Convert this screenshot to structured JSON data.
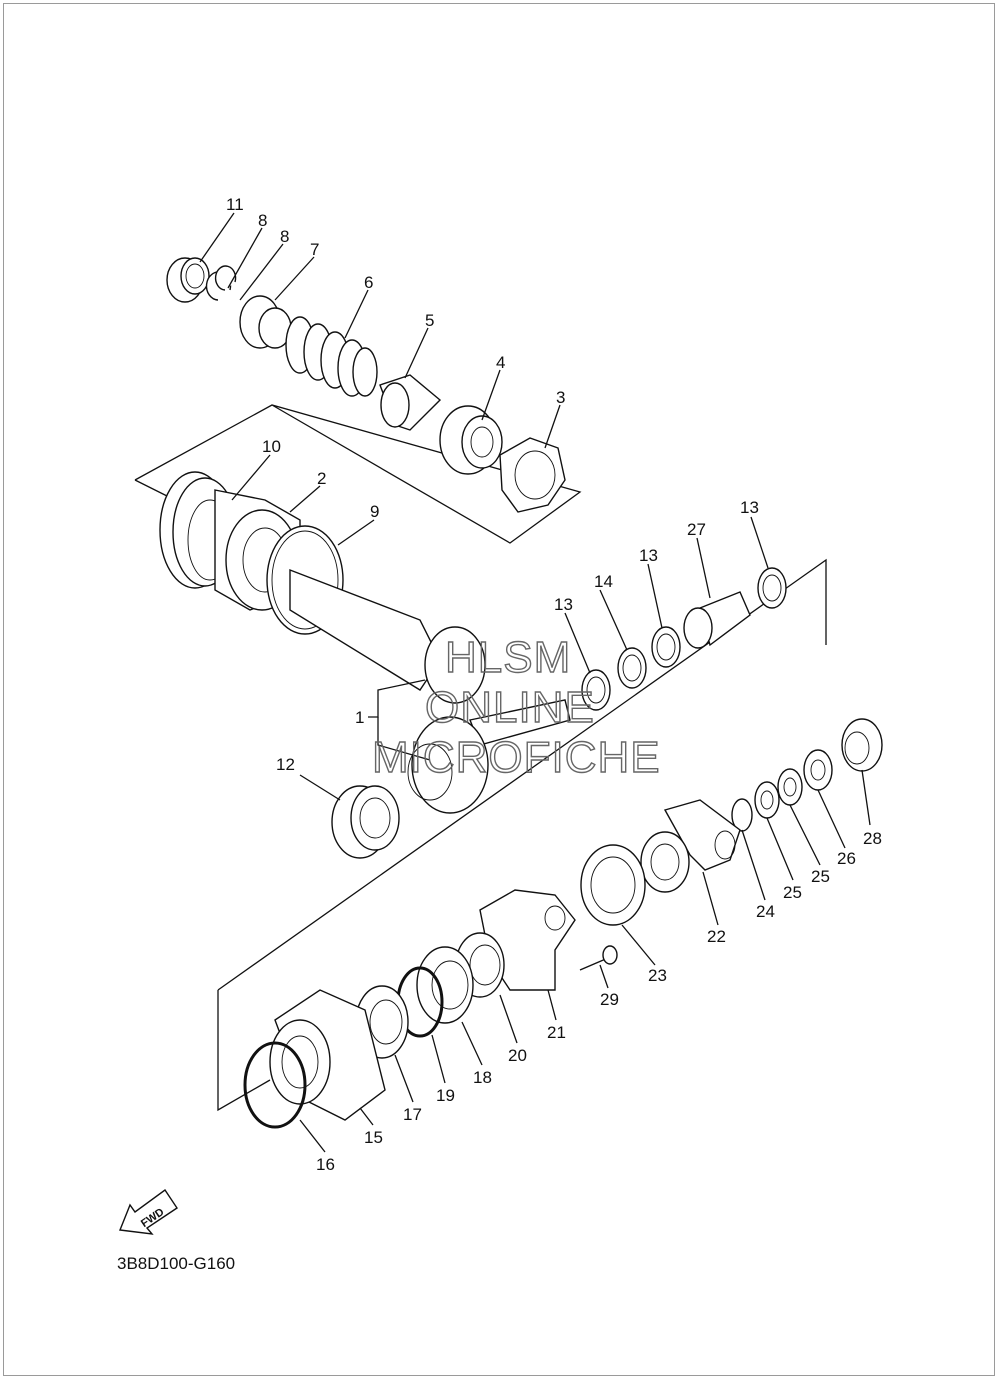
{
  "diagram": {
    "drawing_code": "3B8D100-G160",
    "direction_badge": "FWD",
    "direction_icon": "fwd-arrow-icon",
    "watermark_lines": [
      "HLSM",
      "ONLINE",
      "MICROFICHE"
    ],
    "callouts": [
      {
        "id": "c11",
        "number": "11"
      },
      {
        "id": "c8a",
        "number": "8"
      },
      {
        "id": "c8b",
        "number": "8"
      },
      {
        "id": "c7",
        "number": "7"
      },
      {
        "id": "c6",
        "number": "6"
      },
      {
        "id": "c5",
        "number": "5"
      },
      {
        "id": "c4",
        "number": "4"
      },
      {
        "id": "c3",
        "number": "3"
      },
      {
        "id": "c10",
        "number": "10"
      },
      {
        "id": "c2",
        "number": "2"
      },
      {
        "id": "c9",
        "number": "9"
      },
      {
        "id": "c13a",
        "number": "13"
      },
      {
        "id": "c27",
        "number": "27"
      },
      {
        "id": "c13b",
        "number": "13"
      },
      {
        "id": "c14",
        "number": "14"
      },
      {
        "id": "c13c",
        "number": "13"
      },
      {
        "id": "c1",
        "number": "1"
      },
      {
        "id": "c12",
        "number": "12"
      },
      {
        "id": "c28",
        "number": "28"
      },
      {
        "id": "c26",
        "number": "26"
      },
      {
        "id": "c25a",
        "number": "25"
      },
      {
        "id": "c25b",
        "number": "25"
      },
      {
        "id": "c24",
        "number": "24"
      },
      {
        "id": "c22",
        "number": "22"
      },
      {
        "id": "c23",
        "number": "23"
      },
      {
        "id": "c29",
        "number": "29"
      },
      {
        "id": "c21",
        "number": "21"
      },
      {
        "id": "c20",
        "number": "20"
      },
      {
        "id": "c18",
        "number": "18"
      },
      {
        "id": "c19",
        "number": "19"
      },
      {
        "id": "c17",
        "number": "17"
      },
      {
        "id": "c15",
        "number": "15"
      },
      {
        "id": "c16",
        "number": "16"
      }
    ]
  }
}
